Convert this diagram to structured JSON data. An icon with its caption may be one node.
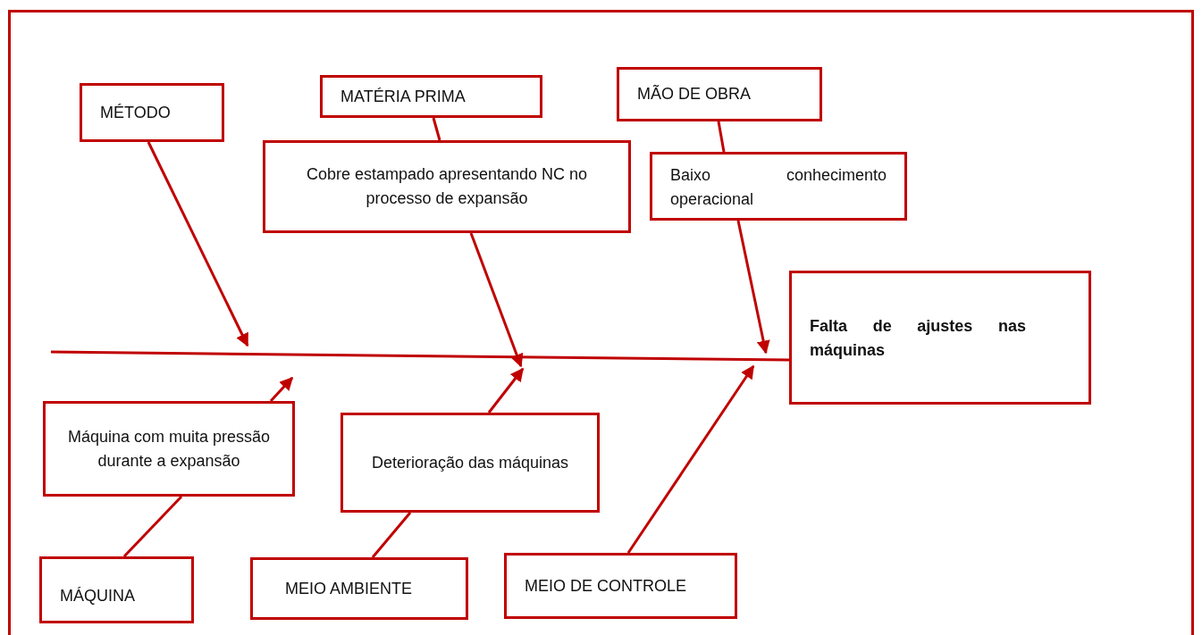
{
  "diagram": {
    "nodes": [
      {
        "text": [
          "MÉTODO"
        ]
      },
      {
        "text": [
          "MATÉRIA PRIMA"
        ]
      },
      {
        "text": [
          "Cobre estampado apresentando NC no processo de expansão"
        ]
      },
      {
        "text": [
          "MÃO DE OBRA"
        ]
      },
      {
        "text": [
          "Baixo conhecimento operacional"
        ]
      },
      {
        "text": [
          "Falta de ajustes nas máquinas"
        ]
      },
      {
        "text": [
          "Máquina com muita pressão durante a expansão"
        ]
      },
      {
        "text": [
          "Deterioração das máquinas"
        ]
      },
      {
        "text": [
          "MÁQUINA"
        ]
      },
      {
        "text": [
          "MEIO AMBIENTE"
        ]
      },
      {
        "text": [
          "MEIO DE CONTROLE"
        ]
      }
    ],
    "edges": [
      {
        "from": null,
        "to": 5,
        "arrow": "none"
      },
      {
        "from": 0,
        "to": null,
        "arrow": "to"
      },
      {
        "from": 1,
        "to": 2,
        "arrow": "none"
      },
      {
        "from": 2,
        "to": null,
        "arrow": "to"
      },
      {
        "from": 3,
        "to": 4,
        "arrow": "none"
      },
      {
        "from": 4,
        "to": 5,
        "arrow": "to"
      },
      {
        "from": 8,
        "to": 6,
        "arrow": "none"
      },
      {
        "from": 6,
        "to": null,
        "arrow": "to"
      },
      {
        "from": 9,
        "to": 7,
        "arrow": "none"
      },
      {
        "from": 7,
        "to": null,
        "arrow": "to"
      },
      {
        "from": 10,
        "to": null,
        "arrow": "to"
      }
    ]
  }
}
